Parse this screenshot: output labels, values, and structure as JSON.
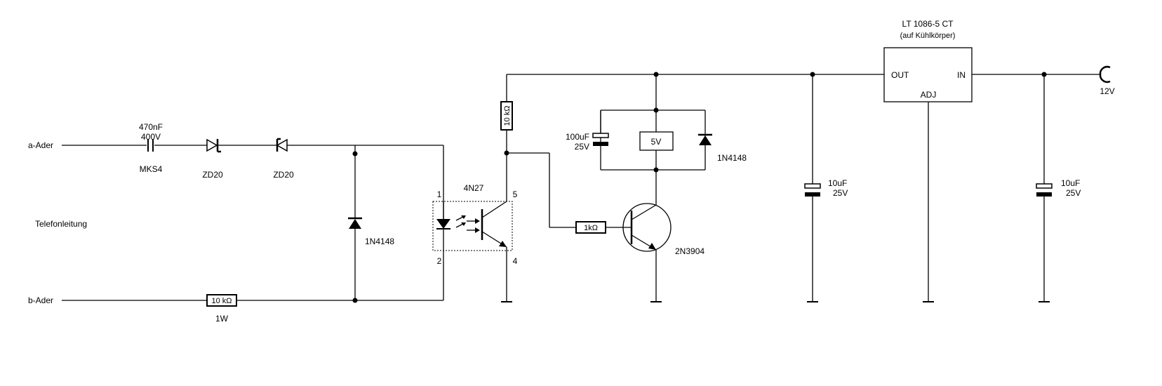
{
  "labels": {
    "a_ader": "a-Ader",
    "b_ader": "b-Ader",
    "telefonleitung": "Telefonleitung",
    "cap_470_value": "470nF",
    "cap_470_voltage": "400V",
    "cap_470_type": "MKS4",
    "zd1": "ZD20",
    "zd2": "ZD20",
    "diode_1n4148_a": "1N4148",
    "resistor_10k_1w": "10 kΩ",
    "resistor_1w_rating": "1W",
    "opto_name": "4N27",
    "opto_pin1": "1",
    "opto_pin2": "2",
    "opto_pin4": "4",
    "opto_pin5": "5",
    "resistor_10k_pullup": "10 kΩ",
    "resistor_1k": "1kΩ",
    "transistor": "2N3904",
    "cap_100uf_value": "100uF",
    "cap_100uf_voltage": "25V",
    "relay_5v": "5V",
    "diode_1n4148_b": "1N4148",
    "cap_10uf_a_value": "10uF",
    "cap_10uf_a_voltage": "25V",
    "regulator_title": "LT 1086-5 CT",
    "regulator_subtitle": "(auf Kühlkörper)",
    "reg_out": "OUT",
    "reg_in": "IN",
    "reg_adj": "ADJ",
    "cap_10uf_b_value": "10uF",
    "cap_10uf_b_voltage": "25V",
    "input_12v": "12V"
  }
}
